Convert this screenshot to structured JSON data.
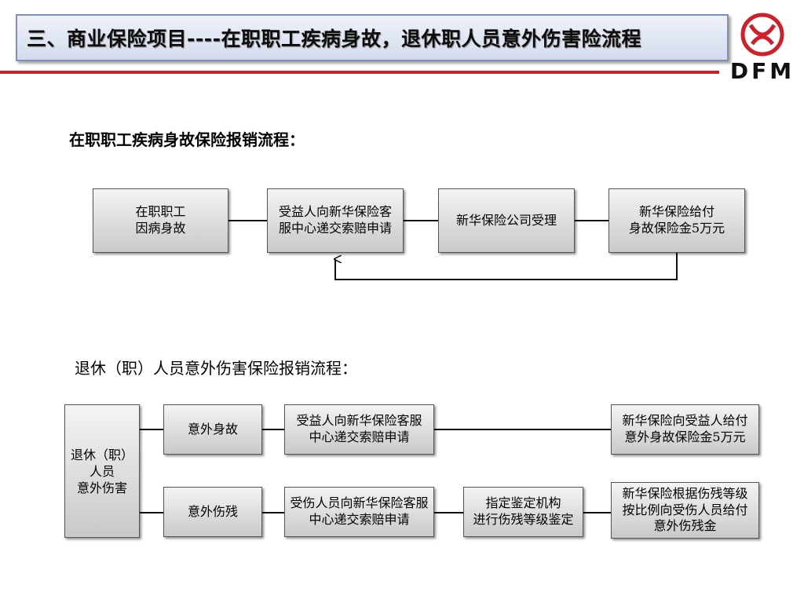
{
  "header": {
    "title": "三、商业保险项目----在职职工疾病身故，退休职人员意外伤害险流程",
    "logo_text": "DFM"
  },
  "section1": {
    "title": "在职职工疾病身故保险报销流程：",
    "boxes": [
      "在职职工\n因病身故",
      "受益人向新华保险客\n服中心递交索赔申请",
      "新华保险公司受理",
      "新华保险给付\n身故保险金5万元"
    ]
  },
  "section2": {
    "title": "退休（职）人员意外伤害保险报销流程：",
    "root": "退休（职）\n人员\n意外伤害",
    "death_branch": [
      "意外身故",
      "受益人向新华保险客服\n中心递交索赔申请",
      "新华保险向受益人给付\n意外身故保险金5万元"
    ],
    "disability_branch": [
      "意外伤残",
      "受伤人员向新华保险客服\n中心递交索赔申请",
      "指定鉴定机构\n进行伤残等级鉴定",
      "新华保险根据伤残等级\n按比例向受伤人员给付\n意外伤残金"
    ]
  },
  "colors": {
    "accent_red": "#d21e2a",
    "title_border": "#7f8fb8"
  }
}
